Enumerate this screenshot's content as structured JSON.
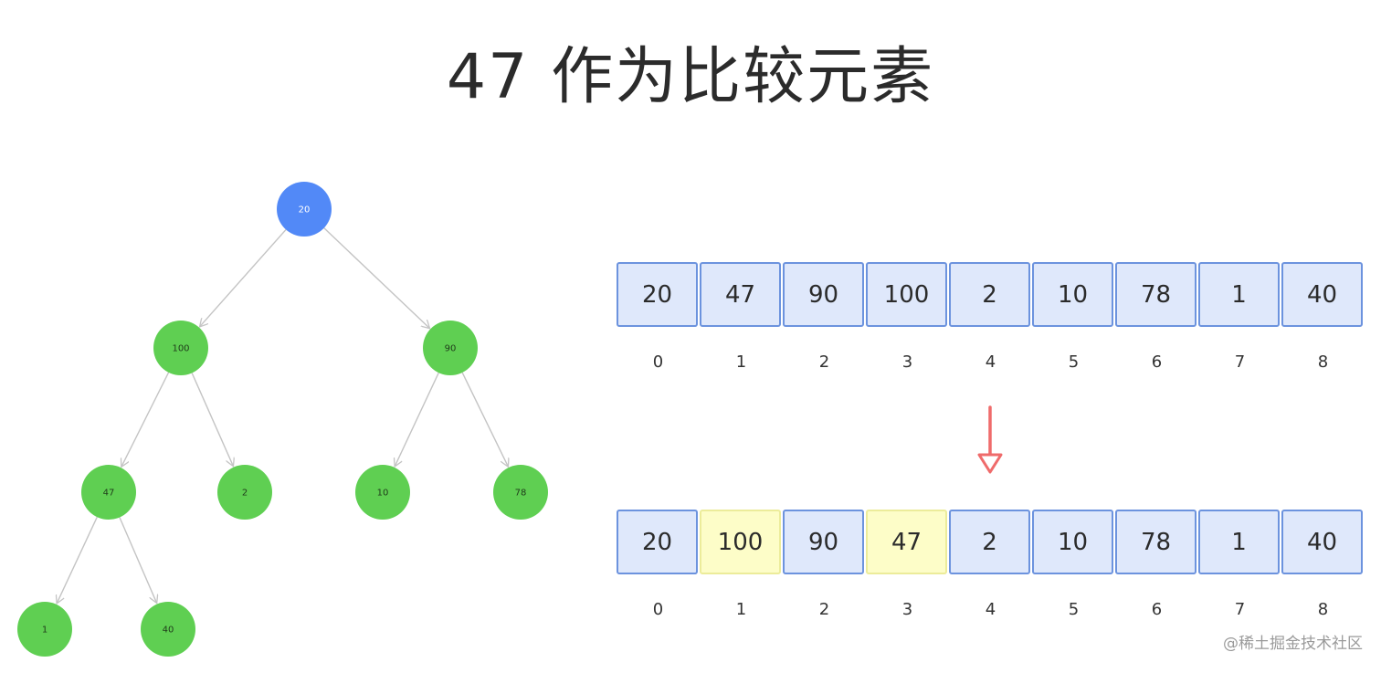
{
  "title": "47 作为比较元素",
  "tree": {
    "nodes": [
      {
        "id": "n0",
        "label": "20",
        "color": "#5289f7"
      },
      {
        "id": "n1",
        "label": "100",
        "color": "#5fcf52"
      },
      {
        "id": "n2",
        "label": "90",
        "color": "#5fcf52"
      },
      {
        "id": "n3",
        "label": "47",
        "color": "#5fcf52"
      },
      {
        "id": "n4",
        "label": "2",
        "color": "#5fcf52"
      },
      {
        "id": "n5",
        "label": "10",
        "color": "#5fcf52"
      },
      {
        "id": "n6",
        "label": "78",
        "color": "#5fcf52"
      },
      {
        "id": "n7",
        "label": "1",
        "color": "#5fcf52"
      },
      {
        "id": "n8",
        "label": "40",
        "color": "#5fcf52"
      }
    ],
    "edges": [
      [
        "n0",
        "n1"
      ],
      [
        "n0",
        "n2"
      ],
      [
        "n1",
        "n3"
      ],
      [
        "n1",
        "n4"
      ],
      [
        "n2",
        "n5"
      ],
      [
        "n2",
        "n6"
      ],
      [
        "n3",
        "n7"
      ],
      [
        "n3",
        "n8"
      ]
    ],
    "edge_color": "#c4c4c4"
  },
  "array_before": {
    "values": [
      "20",
      "47",
      "90",
      "100",
      "2",
      "10",
      "78",
      "1",
      "40"
    ],
    "indices": [
      "0",
      "1",
      "2",
      "3",
      "4",
      "5",
      "6",
      "7",
      "8"
    ]
  },
  "array_after": {
    "values": [
      "20",
      "100",
      "90",
      "47",
      "2",
      "10",
      "78",
      "1",
      "40"
    ],
    "highlighted": [
      1,
      3
    ],
    "indices": [
      "0",
      "1",
      "2",
      "3",
      "4",
      "5",
      "6",
      "7",
      "8"
    ]
  },
  "arrow_color": "#ef6b6b",
  "watermark": "@稀土掘金技术社区"
}
